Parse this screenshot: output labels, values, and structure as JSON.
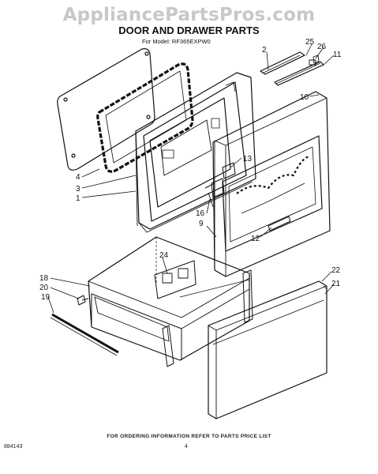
{
  "watermark": "AppliancePartsPros.com",
  "title": "DOOR AND DRAWER PARTS",
  "model_line": "For Model: RF365EXPW0",
  "footer": {
    "note": "FOR ORDERING INFORMATION REFER TO PARTS PRICE LIST",
    "doc_number": "884143",
    "page_number": "4"
  },
  "callouts": {
    "c1": "1",
    "c2": "2",
    "c3": "3",
    "c4": "4",
    "c9": "9",
    "c10": "10",
    "c11": "11",
    "c12": "12",
    "c13": "13",
    "c16": "16",
    "c18": "18",
    "c19": "19",
    "c20": "20",
    "c21": "21",
    "c22": "22",
    "c24": "24",
    "c25": "25",
    "c26": "26"
  }
}
